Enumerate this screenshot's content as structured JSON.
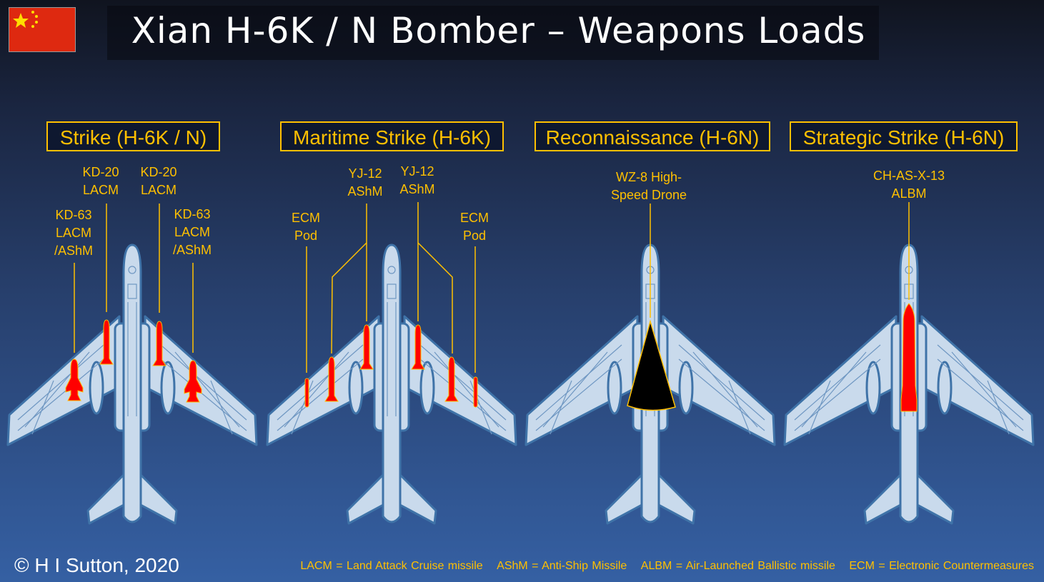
{
  "title": "Xian H-6K / N Bomber – Weapons Loads",
  "flag": "china-flag",
  "colors": {
    "accent": "#ffc000",
    "missile": "#ff0000",
    "aircraft": "#c9daec"
  },
  "panels": [
    {
      "header": "Strike (H-6K / N)",
      "labels": [
        {
          "lines": [
            "KD-20",
            "LACM"
          ]
        },
        {
          "lines": [
            "KD-20",
            "LACM"
          ]
        },
        {
          "lines": [
            "KD-63",
            "LACM",
            "/AShM"
          ]
        },
        {
          "lines": [
            "KD-63",
            "LACM",
            "/AShM"
          ]
        }
      ]
    },
    {
      "header": "Maritime Strike (H-6K)",
      "labels": [
        {
          "lines": [
            "YJ-12",
            "AShM"
          ]
        },
        {
          "lines": [
            "YJ-12",
            "AShM"
          ]
        },
        {
          "lines": [
            "ECM",
            "Pod"
          ]
        },
        {
          "lines": [
            "ECM",
            "Pod"
          ]
        }
      ]
    },
    {
      "header": "Reconnaissance (H-6N)",
      "labels": [
        {
          "lines": [
            "WZ-8 High-",
            "Speed Drone"
          ]
        }
      ]
    },
    {
      "header": "Strategic Strike (H-6N)",
      "labels": [
        {
          "lines": [
            "CH-AS-X-13",
            "ALBM"
          ]
        }
      ]
    }
  ],
  "copyright": "© H I Sutton, 2020",
  "legend": [
    "LACM = Land Attack Cruise missile",
    "AShM = Anti-Ship Missile",
    "ALBM = Air-Launched Ballistic missile",
    "ECM = Electronic Countermeasures"
  ]
}
